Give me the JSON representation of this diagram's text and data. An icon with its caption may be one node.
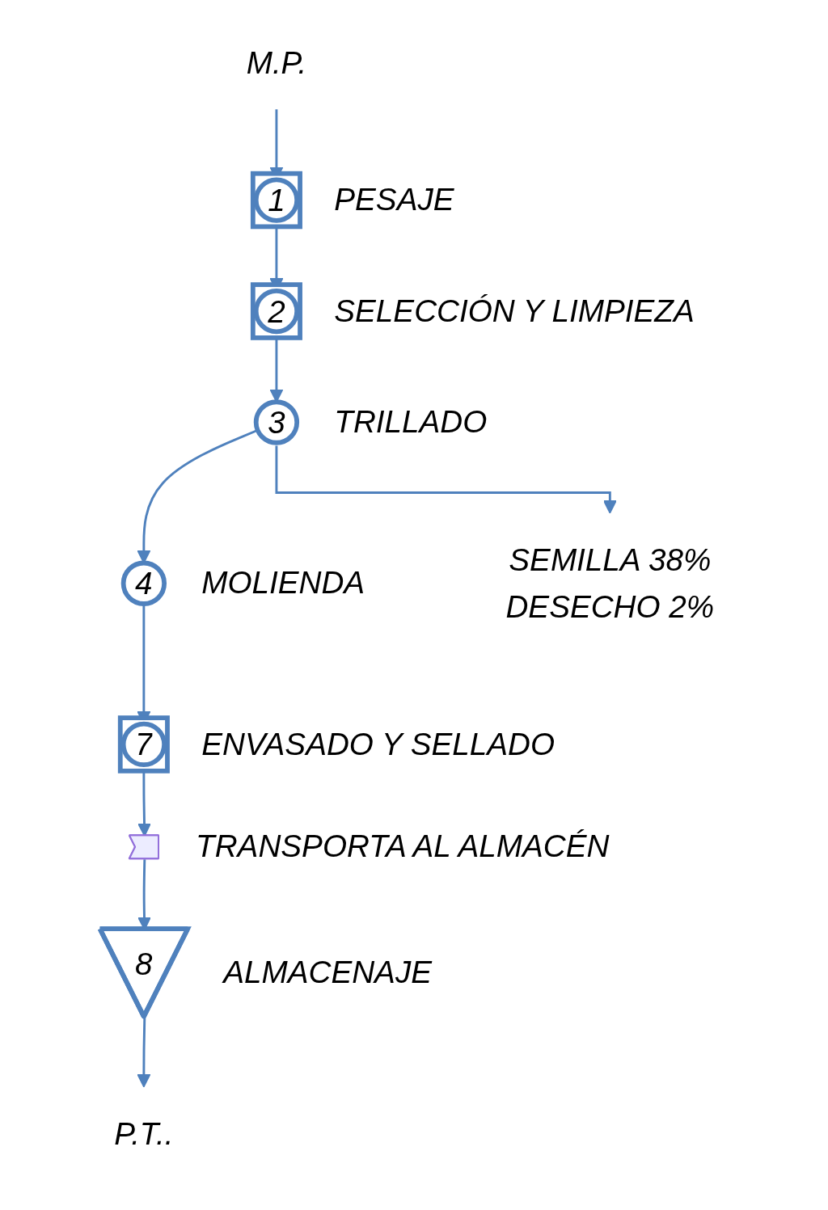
{
  "diagram": {
    "nodes": [
      {
        "text": [
          "M.P."
        ]
      },
      {
        "text": [
          "1"
        ],
        "beside": [
          "PESAJE"
        ]
      },
      {
        "text": [
          "2"
        ],
        "beside": [
          "SELECCIÓN Y LIMPIEZA"
        ]
      },
      {
        "text": [
          "3"
        ],
        "beside": [
          "TRILLADO"
        ]
      },
      {
        "text": [
          "4"
        ],
        "beside": [
          "MOLIENDA"
        ]
      },
      {
        "text": [
          "SEMILLA 38%",
          "DESECHO 2%"
        ]
      },
      {
        "text": [
          "7"
        ],
        "beside": [
          "ENVASADO Y SELLADO"
        ]
      },
      {
        "text": [],
        "shape": "arrow",
        "beside": [
          "TRANSPORTA AL ALMACÉN"
        ]
      },
      {
        "text": [
          "8"
        ],
        "beside": [
          "ALMACENAJE"
        ]
      },
      {
        "text": [
          "P.T.."
        ]
      }
    ],
    "edges": [
      {
        "from": 0,
        "to": 1,
        "arrow": "to"
      },
      {
        "from": 1,
        "to": 2,
        "arrow": "to"
      },
      {
        "from": 2,
        "to": 3,
        "arrow": "to"
      },
      {
        "from": 3,
        "to": 4,
        "arrow": "to"
      },
      {
        "from": 3,
        "to": 5,
        "arrow": "to"
      },
      {
        "from": 4,
        "to": 6,
        "arrow": "to"
      },
      {
        "from": 6,
        "to": 7,
        "arrow": "to"
      },
      {
        "from": 7,
        "to": 8,
        "arrow": "to"
      },
      {
        "from": 8,
        "to": 9,
        "arrow": "to"
      }
    ]
  }
}
